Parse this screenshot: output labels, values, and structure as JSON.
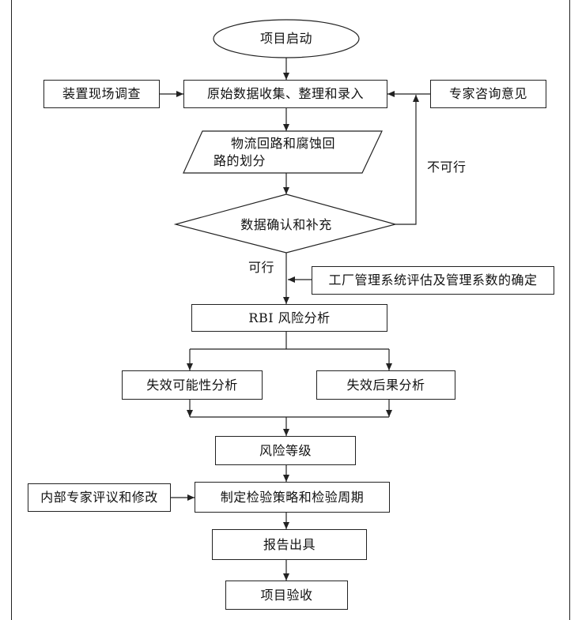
{
  "flowchart": {
    "start": "项目启动",
    "site_survey": "装置现场调查",
    "data_collection": "原始数据收集、整理和录入",
    "expert_advice": "专家咨询意见",
    "loop_division_line1": "物流回路和腐蚀回",
    "loop_division_line2": "路的划分",
    "data_confirm": "数据确认和补充",
    "not_feasible": "不可行",
    "feasible": "可行",
    "factory_eval": "工厂管理系统评估及管理系数的确定",
    "rbi": "RBI 风险分析",
    "possibility": "失效可能性分析",
    "consequence": "失效后果分析",
    "risk_level": "风险等级",
    "internal_review": "内部专家评议和修改",
    "strategy": "制定检验策略和检验周期",
    "report": "报告出具",
    "acceptance": "项目验收"
  },
  "colors": {
    "line": "#222222",
    "text": "#111111",
    "background": "#ffffff"
  }
}
